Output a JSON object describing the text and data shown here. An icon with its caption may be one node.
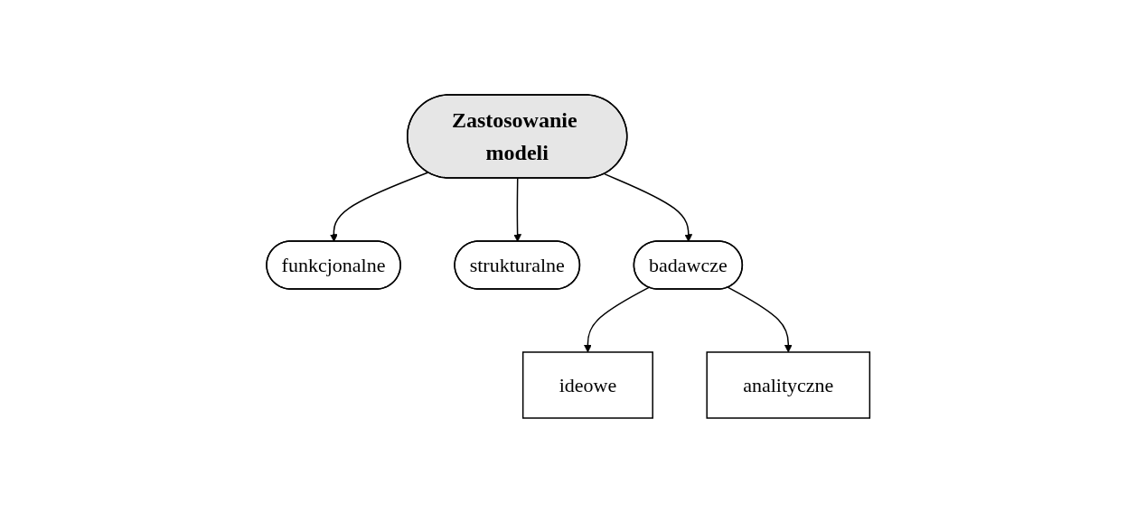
{
  "diagram": {
    "nodes": [
      {
        "text": [
          "Zastosowanie modeli"
        ]
      },
      {
        "text": [
          "funkcjonalne"
        ]
      },
      {
        "text": [
          "strukturalne"
        ]
      },
      {
        "text": [
          "badawcze"
        ]
      },
      {
        "text": [
          "ideowe"
        ]
      },
      {
        "text": [
          "analityczne"
        ]
      }
    ],
    "edges": [
      {
        "from": 0,
        "to": 1,
        "arrow": "to"
      },
      {
        "from": 0,
        "to": 2,
        "arrow": "to"
      },
      {
        "from": 0,
        "to": 3,
        "arrow": "to"
      },
      {
        "from": 3,
        "to": 4,
        "arrow": "to"
      },
      {
        "from": 3,
        "to": 5,
        "arrow": "to"
      }
    ]
  }
}
